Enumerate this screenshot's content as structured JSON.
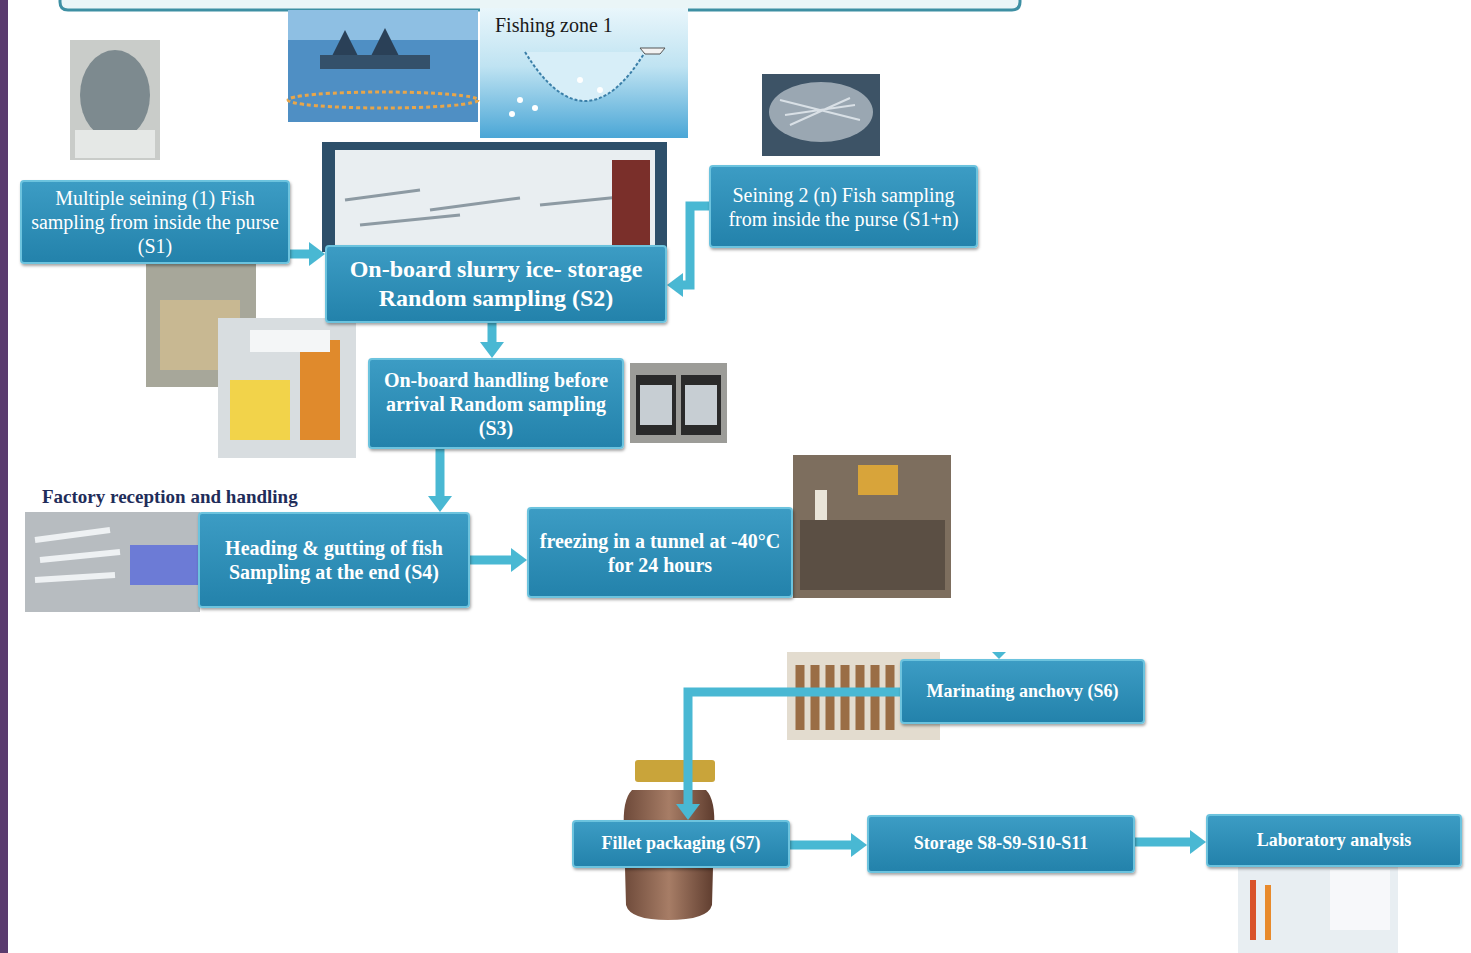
{
  "diagram": {
    "nodes": [
      {
        "text": [
          "Multiple seining (1) Fish sampling from inside the purse (S1)"
        ]
      },
      {
        "text": [
          "On-board slurry ice- storage Random sampling (S2)"
        ]
      },
      {
        "text": [
          "Seining 2 (n) Fish sampling from inside the purse (S1+n)"
        ]
      },
      {
        "text": [
          "On-board handling before arrival Random sampling (S3)"
        ]
      },
      {
        "text": [
          "Heading & gutting of fish Sampling at the end (S4)"
        ]
      },
      {
        "text": [
          "freezing in a tunnel at -40°C for 24 hours"
        ]
      },
      {
        "text": [
          "Marinating anchovy (S6)"
        ]
      },
      {
        "text": [
          "Fillet packaging (S7)"
        ]
      },
      {
        "text": [
          "Storage S8-S9-S10-S11"
        ]
      },
      {
        "text": [
          "Laboratory analysis"
        ]
      }
    ],
    "edges": [
      {
        "from": 0,
        "to": 1,
        "arrow": "to"
      },
      {
        "from": 2,
        "to": 1,
        "arrow": "to"
      },
      {
        "from": 1,
        "to": 3,
        "arrow": "to"
      },
      {
        "from": 3,
        "to": 4,
        "arrow": "to"
      },
      {
        "from": 4,
        "to": 5,
        "arrow": "to"
      },
      {
        "from": 6,
        "to": 7,
        "arrow": "to"
      },
      {
        "from": 7,
        "to": 8,
        "arrow": "to"
      },
      {
        "from": 8,
        "to": 9,
        "arrow": "to"
      }
    ],
    "labels": [
      "Fishing zone 1",
      "Factory reception and handling"
    ]
  }
}
